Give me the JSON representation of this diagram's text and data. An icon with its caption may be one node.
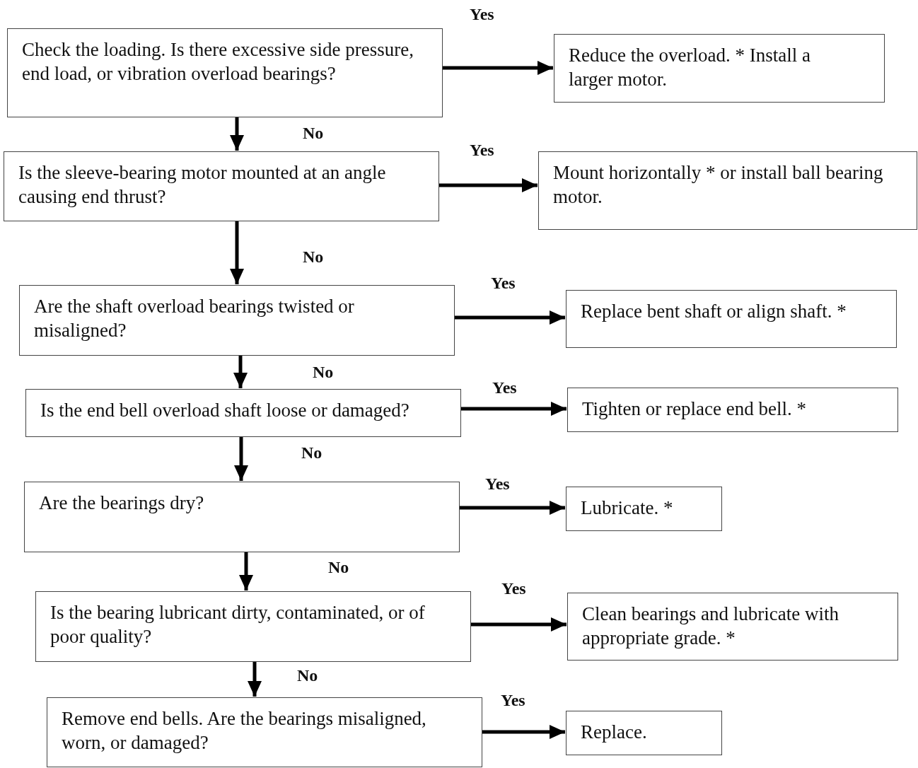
{
  "diagram": {
    "nodes": [
      {
        "text": [
          "Check the loading. Is there excessive side pressure, end load, or vibration overload bearings?"
        ]
      },
      {
        "text": [
          "Reduce the overload. * Install a larger motor."
        ]
      },
      {
        "text": [
          "Is the sleeve-bearing motor mounted at an angle causing end thrust?"
        ]
      },
      {
        "text": [
          "Mount horizontally * or install ball bearing motor."
        ]
      },
      {
        "text": [
          "Are the shaft overload bearings twisted or misaligned?"
        ]
      },
      {
        "text": [
          "Replace bent shaft or align shaft. *"
        ]
      },
      {
        "text": [
          "Is the end bell overload shaft loose or damaged?"
        ]
      },
      {
        "text": [
          "Tighten or replace end bell. *"
        ]
      },
      {
        "text": [
          "Are the bearings dry?"
        ]
      },
      {
        "text": [
          "Lubricate. *"
        ]
      },
      {
        "text": [
          "Is the bearing lubricant dirty, contaminated, or of poor quality?"
        ]
      },
      {
        "text": [
          "Clean bearings and lubricate with appropriate grade. *"
        ]
      },
      {
        "text": [
          "Remove end bells. Are the bearings misaligned, worn, or damaged?"
        ]
      },
      {
        "text": [
          "Replace."
        ]
      }
    ],
    "edges": [
      {
        "from": 0,
        "to": 1,
        "arrow": "to",
        "label": "Yes"
      },
      {
        "from": 0,
        "to": 2,
        "arrow": "to",
        "label": "No"
      },
      {
        "from": 2,
        "to": 3,
        "arrow": "to",
        "label": "Yes"
      },
      {
        "from": 2,
        "to": 4,
        "arrow": "to",
        "label": "No"
      },
      {
        "from": 4,
        "to": 5,
        "arrow": "to",
        "label": "Yes"
      },
      {
        "from": 4,
        "to": 6,
        "arrow": "to",
        "label": "No"
      },
      {
        "from": 6,
        "to": 7,
        "arrow": "to",
        "label": "Yes"
      },
      {
        "from": 6,
        "to": 8,
        "arrow": "to",
        "label": "No"
      },
      {
        "from": 8,
        "to": 9,
        "arrow": "to",
        "label": "Yes"
      },
      {
        "from": 8,
        "to": 10,
        "arrow": "to",
        "label": "No"
      },
      {
        "from": 10,
        "to": 11,
        "arrow": "to",
        "label": "Yes"
      },
      {
        "from": 10,
        "to": 12,
        "arrow": "to",
        "label": "No"
      },
      {
        "from": 12,
        "to": 13,
        "arrow": "to",
        "label": "Yes"
      }
    ]
  }
}
